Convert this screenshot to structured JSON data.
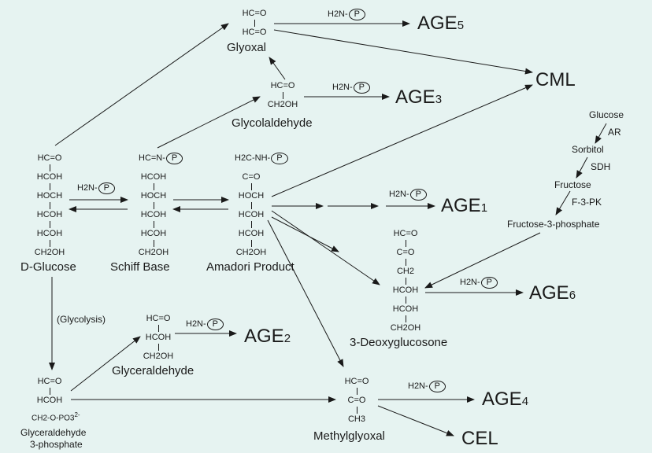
{
  "glyoxal": {
    "r1": "HC=O",
    "r2": "HC=O",
    "name": "Glyoxal"
  },
  "glycolaldehyde": {
    "r1": "HC=O",
    "r2": "CH2OH",
    "name": "Glycolaldehyde"
  },
  "dglucose": {
    "rows": [
      "HC=O",
      "HCOH",
      "HOCH",
      "HCOH",
      "HCOH",
      "CH2OH"
    ],
    "name": "D-Glucose"
  },
  "schiff": {
    "r1": "HC=N-",
    "rows": [
      "HCOH",
      "HOCH",
      "HCOH",
      "HCOH",
      "CH2OH"
    ],
    "name": "Schiff Base"
  },
  "amadori": {
    "r1": "H2C-NH-",
    "rows": [
      "C=O",
      "HOCH",
      "HCOH",
      "HCOH",
      "CH2OH"
    ],
    "name": "Amadori Product"
  },
  "deoxy": {
    "rows": [
      "HC=O",
      "C=O",
      "CH2",
      "HCOH",
      "HCOH",
      "CH2OH"
    ],
    "name": "3-Deoxyglucosone"
  },
  "glyceraldehyde": {
    "rows": [
      "HC=O",
      "HCOH",
      "CH2OH"
    ],
    "name": "Glyceraldehyde"
  },
  "g3p": {
    "r1": "HC=O",
    "r2": "HCOH",
    "r3": "CH2-O-PO3",
    "charge": "2-",
    "name1": "Glyceraldehyde",
    "name2": "3-phosphate"
  },
  "methylglyoxal": {
    "rows": [
      "HC=O",
      "C=O",
      "CH3"
    ],
    "name": "Methylglyoxal"
  },
  "h2n": "H2N-",
  "p": "P",
  "glycolysis": "(Glycolysis)",
  "age": {
    "base": "AGE",
    "n1": "1",
    "n2": "2",
    "n3": "3",
    "n4": "4",
    "n5": "5",
    "n6": "6"
  },
  "cml": "CML",
  "cel": "CEL",
  "polyol": {
    "glucose": "Glucose",
    "ar": "AR",
    "sorbitol": "Sorbitol",
    "sdh": "SDH",
    "fructose": "Fructose",
    "f3pk": "F-3-PK",
    "f3p": "Fructose-3-phosphate"
  }
}
